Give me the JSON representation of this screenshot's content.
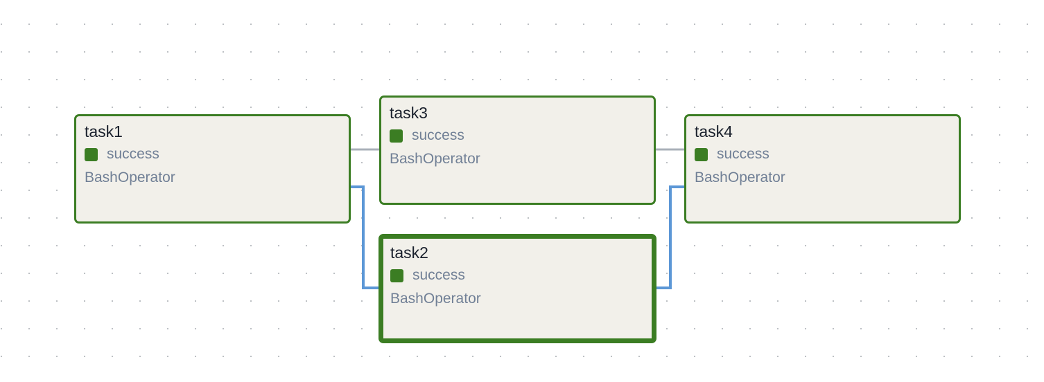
{
  "graph": {
    "nodes": [
      {
        "id": "task1",
        "title": "task1",
        "status": "success",
        "operator": "BashOperator",
        "status_color": "#3b7d23",
        "selected": false
      },
      {
        "id": "task3",
        "title": "task3",
        "status": "success",
        "operator": "BashOperator",
        "status_color": "#3b7d23",
        "selected": false
      },
      {
        "id": "task4",
        "title": "task4",
        "status": "success",
        "operator": "BashOperator",
        "status_color": "#3b7d23",
        "selected": false
      },
      {
        "id": "task2",
        "title": "task2",
        "status": "success",
        "operator": "BashOperator",
        "status_color": "#3b7d23",
        "selected": true
      }
    ],
    "edges": [
      {
        "from": "task1",
        "to": "task3",
        "highlighted": false
      },
      {
        "from": "task3",
        "to": "task4",
        "highlighted": false
      },
      {
        "from": "task1",
        "to": "task2",
        "highlighted": true
      },
      {
        "from": "task2",
        "to": "task4",
        "highlighted": true
      }
    ],
    "colors": {
      "node_border": "#3b7d23",
      "node_background": "#f2f0ea",
      "edge_default": "#a9b0b8",
      "edge_highlighted": "#5c97d6"
    }
  }
}
